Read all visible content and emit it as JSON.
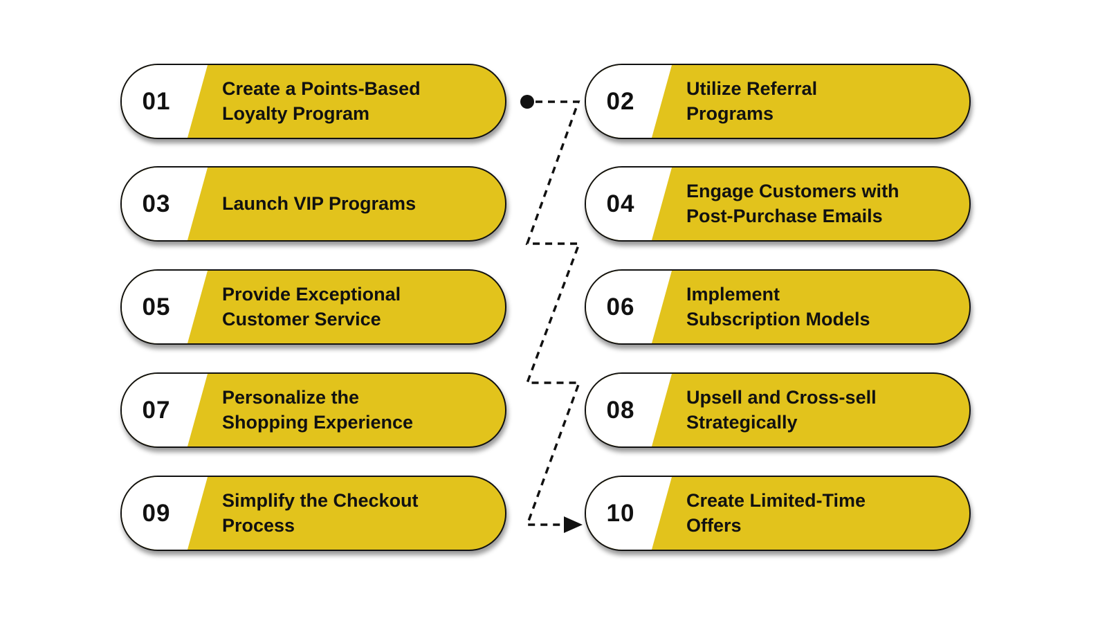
{
  "canvas": {
    "background": "#FFFFFF"
  },
  "style": {
    "pill_fill_yellow": "#E2C31C",
    "number_section_white": "#FFFFFF",
    "outline_color": "#111111",
    "text_color": "#111111",
    "connector_color": "#111111"
  },
  "steps": [
    {
      "number": "01",
      "label": "Create a Points-Based\nLoyalty Program"
    },
    {
      "number": "02",
      "label": "Utilize Referral\nPrograms"
    },
    {
      "number": "03",
      "label": "Launch VIP Programs"
    },
    {
      "number": "04",
      "label": "Engage Customers with\nPost-Purchase Emails"
    },
    {
      "number": "05",
      "label": "Provide Exceptional\nCustomer Service"
    },
    {
      "number": "06",
      "label": "Implement\nSubscription Models"
    },
    {
      "number": "07",
      "label": "Personalize the\nShopping Experience"
    },
    {
      "number": "08",
      "label": "Upsell and Cross-sell\nStrategically"
    },
    {
      "number": "09",
      "label": "Simplify the Checkout\nProcess"
    },
    {
      "number": "10",
      "label": "Create Limited-Time\nOffers"
    }
  ]
}
